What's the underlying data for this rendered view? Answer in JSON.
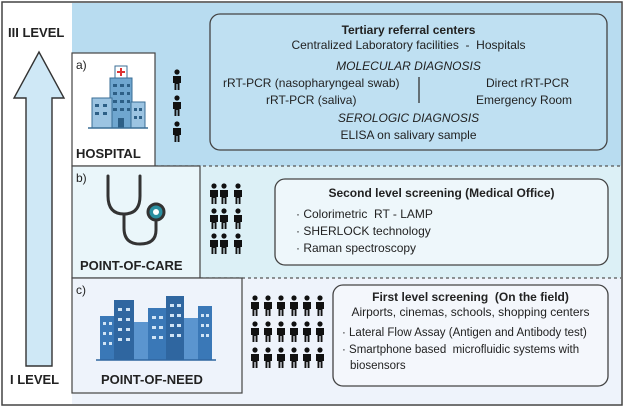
{
  "colors": {
    "level3_band": "#b8dcf0",
    "level2_band": "#dcf0f6",
    "level1_band": "#eef3fb",
    "box_fill": "#eef6fb",
    "border": "#444444",
    "arrow_fill": "#cfe8f6",
    "accent_teal": "#2a8fa0",
    "building_blue": "#3a78b7"
  },
  "levels": {
    "top": "III LEVEL",
    "bottom": "I LEVEL"
  },
  "tiers": {
    "hospital": {
      "marker": "a)",
      "label": "HOSPITAL",
      "icon": "hospital-building-icon",
      "box": {
        "title": "Tertiary referral centers",
        "subtitle": "Centralized Laboratory facilities  -  Hospitals",
        "molecular_heading": "MOLECULAR DIAGNOSIS",
        "left_1": "rRT-PCR (nasopharyngeal swab)",
        "left_2": "rRT-PCR (saliva)",
        "right_1": "Direct rRT-PCR",
        "right_2": "Emergency Room",
        "serologic_heading": "SEROLOGIC DIAGNOSIS",
        "serologic_item": "ELISA on salivary sample"
      }
    },
    "point_of_care": {
      "marker": "b)",
      "label": "POINT-OF-CARE",
      "icon": "stethoscope-icon",
      "box": {
        "title": "Second level screening (Medical Office)",
        "items": [
          "Colorimetric  RT - LAMP",
          "SHERLOCK technology",
          "Raman spectroscopy"
        ]
      }
    },
    "point_of_need": {
      "marker": "c)",
      "label": "POINT-OF-NEED",
      "icon": "city-buildings-icon",
      "box": {
        "title": "First level screening  (On the field)",
        "subtitle": "Airports, cinemas, schools, shopping centers",
        "items": [
          "Lateral Flow Assay (Antigen and Antibody test)",
          "Smartphone based  microfluidic systems with",
          "biosensors"
        ]
      }
    }
  }
}
